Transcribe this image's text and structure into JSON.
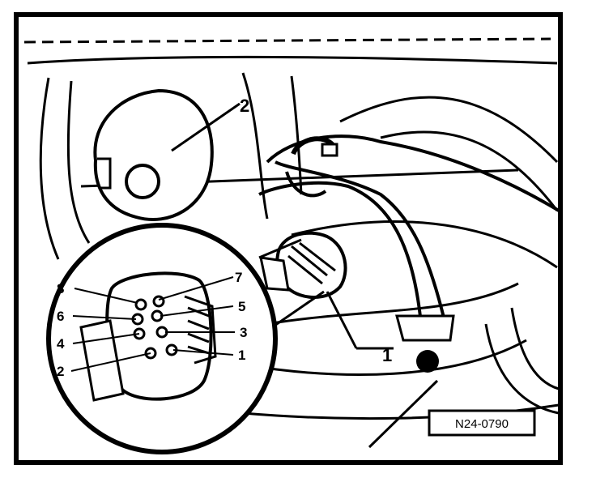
{
  "diagram": {
    "callouts": {
      "part_1": "1",
      "part_2": "2"
    },
    "connector_pins": {
      "pin_8": "8",
      "pin_7": "7",
      "pin_6": "6",
      "pin_5": "5",
      "pin_4": "4",
      "pin_3": "3",
      "pin_2": "2",
      "pin_1": "1"
    },
    "figure_code": "N24-0790"
  }
}
